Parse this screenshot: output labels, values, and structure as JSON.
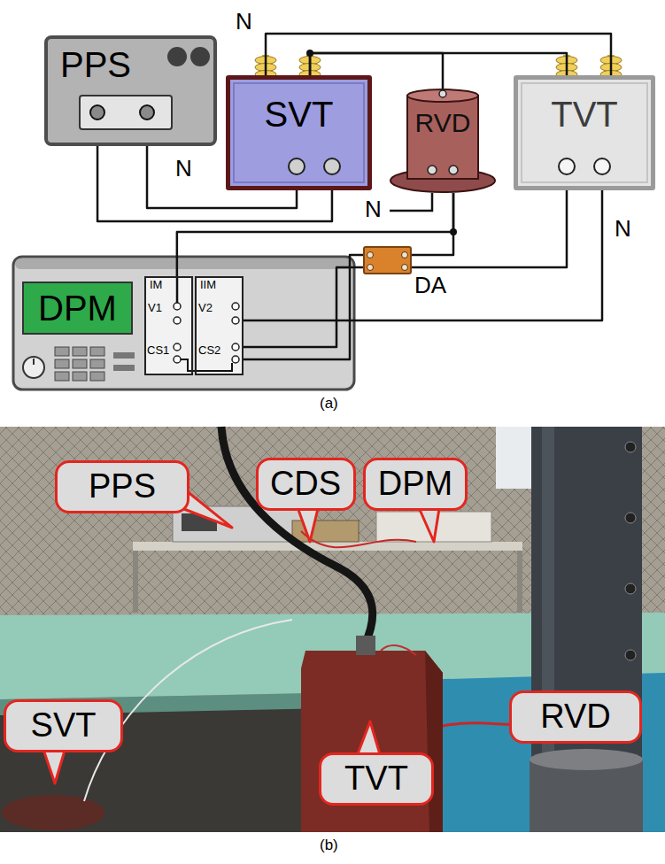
{
  "diagram": {
    "nodes": [
      {
        "text": [
          "PPS"
        ]
      },
      {
        "text": [
          "SVT"
        ]
      },
      {
        "text": [
          "RVD"
        ]
      },
      {
        "text": [
          "TVT"
        ]
      },
      {
        "text": [
          "DPM"
        ]
      },
      {
        "text": [
          "IM"
        ],
        "in": 4
      },
      {
        "text": [
          "IIM"
        ],
        "in": 4
      },
      {
        "text": [
          "DA"
        ]
      },
      {
        "text": [
          "PPS"
        ]
      },
      {
        "text": [
          "CDS"
        ]
      },
      {
        "text": [
          "DPM"
        ]
      },
      {
        "text": [
          "RVD"
        ]
      },
      {
        "text": [
          "SVT"
        ]
      },
      {
        "text": [
          "TVT"
        ]
      }
    ],
    "edges": [
      {
        "from": 0,
        "to": 1,
        "arrow": "none"
      },
      {
        "from": 0,
        "to": 1,
        "arrow": "none"
      },
      {
        "from": 1,
        "to": 3,
        "arrow": "none"
      },
      {
        "from": 1,
        "to": 3,
        "arrow": "none"
      },
      {
        "from": 1,
        "to": 2,
        "arrow": "none"
      },
      {
        "from": 2,
        "to": 5,
        "arrow": "none"
      },
      {
        "from": 2,
        "to": 7,
        "arrow": "none"
      },
      {
        "from": 3,
        "to": 6,
        "arrow": "none"
      },
      {
        "from": 3,
        "to": 7,
        "arrow": "none"
      },
      {
        "from": 7,
        "to": 6,
        "arrow": "none"
      },
      {
        "from": 7,
        "to": 6,
        "arrow": "none"
      }
    ],
    "labels": [
      "N",
      "N",
      "N",
      "N",
      "V1",
      "CS1",
      "V2",
      "CS2",
      "(a)",
      "(b)"
    ]
  }
}
